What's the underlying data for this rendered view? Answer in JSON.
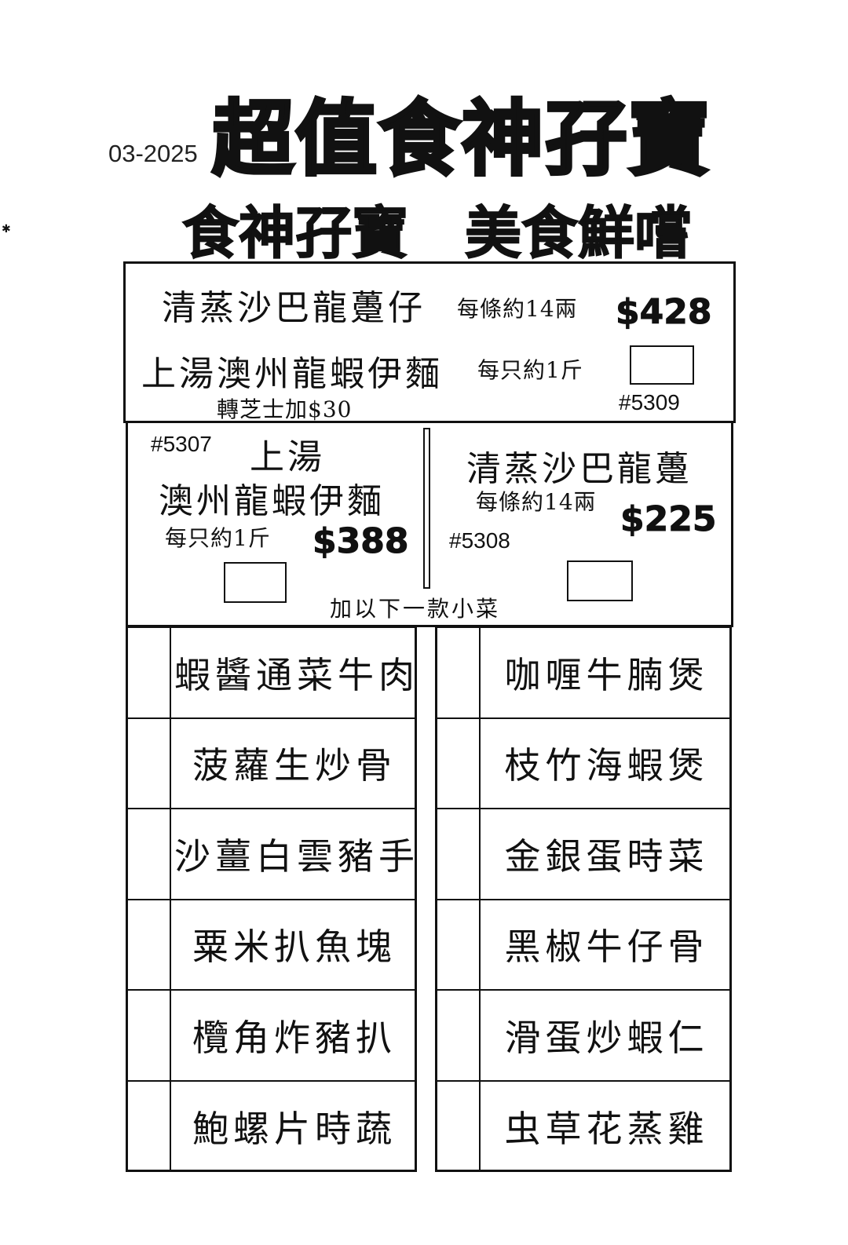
{
  "header": {
    "date": "03-2025",
    "title": "超值食神孖寶",
    "slogan_left": "食神孖寶",
    "slogan_right": "美食鮮嚐"
  },
  "combo_5309": {
    "dish1": "清蒸沙巴龍躉仔",
    "dish1_note": "每條約14兩",
    "dish2": "上湯澳州龍蝦伊麵",
    "dish2_note": "每只約1斤",
    "cheese_note": "轉芝士加$30",
    "price": "$428",
    "code": "#5309"
  },
  "set_5307": {
    "code": "#5307",
    "line1": "上湯",
    "line2": "澳州龍蝦伊麵",
    "note": "每只約1斤",
    "price": "$388"
  },
  "set_5308": {
    "dish": "清蒸沙巴龍躉",
    "note": "每條約14兩",
    "price": "$225",
    "code": "#5308"
  },
  "side_prompt": "加以下一款小菜",
  "sides_left": [
    "蝦醬通菜牛肉",
    "菠蘿生炒骨",
    "沙薑白雲豬手",
    "粟米扒魚塊",
    "欖角炸豬扒",
    "鮑螺片時蔬"
  ],
  "sides_right": [
    "咖喱牛腩煲",
    "枝竹海蝦煲",
    "金銀蛋時菜",
    "黑椒牛仔骨",
    "滑蛋炒蝦仁",
    "虫草花蒸雞"
  ]
}
